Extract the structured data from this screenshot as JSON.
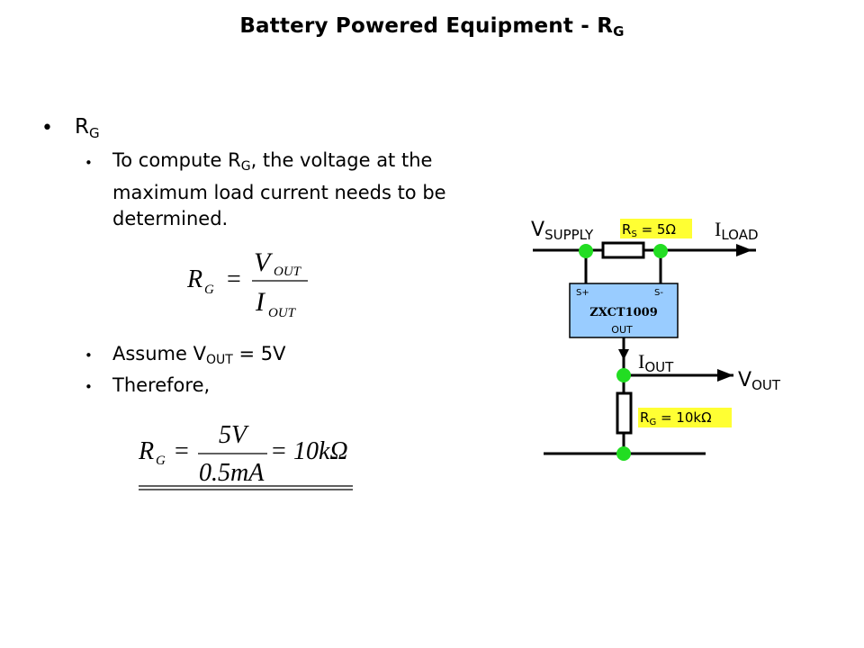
{
  "slide": {
    "title": {
      "main": "Battery Powered Equipment - R",
      "sub": "G"
    },
    "bullets": {
      "level1": {
        "symbol": "•",
        "label_main": "R",
        "label_sub": "G"
      },
      "b1": {
        "symbol": "•",
        "line1_pre": "To compute R",
        "line1_sub": "G",
        "line1_post": ", the voltage at the",
        "line2": "maximum load current needs to be",
        "line3": "determined."
      },
      "b2": {
        "symbol": "•",
        "pre": "Assume V",
        "sub": "OUT",
        "post": " = 5V"
      },
      "b3": {
        "symbol": "•",
        "text": "Therefore,"
      }
    },
    "formula1": {
      "lhs": "R",
      "lhs_sub": "G",
      "eq": "=",
      "num": "V",
      "num_sub": "OUT",
      "den": "I",
      "den_sub": "OUT"
    },
    "formula2": {
      "lhs": "R",
      "lhs_sub": "G",
      "eq": "=",
      "num": "5V",
      "den": "0.5mA",
      "eq2": "=",
      "result": "10kΩ"
    }
  },
  "circuit": {
    "vsupply": {
      "main": "V",
      "sub": "SUPPLY"
    },
    "iload": {
      "main": "I",
      "sub": "LOAD"
    },
    "rs_label": {
      "main": "R",
      "sub": "S",
      "post": " = 5Ω"
    },
    "chip": {
      "name": "ZXCT1009",
      "pin_plus": "S+",
      "pin_minus": "S-",
      "pin_out": "OUT"
    },
    "iout": {
      "main": "I",
      "sub": "OUT"
    },
    "vout": {
      "main": "V",
      "sub": "OUT"
    },
    "rg_label": {
      "main": "R",
      "sub": "G",
      "post": " = 10kΩ"
    },
    "colors": {
      "node": "#22dd22",
      "chip_fill": "#99ccff",
      "highlight": "#ffff33"
    }
  }
}
